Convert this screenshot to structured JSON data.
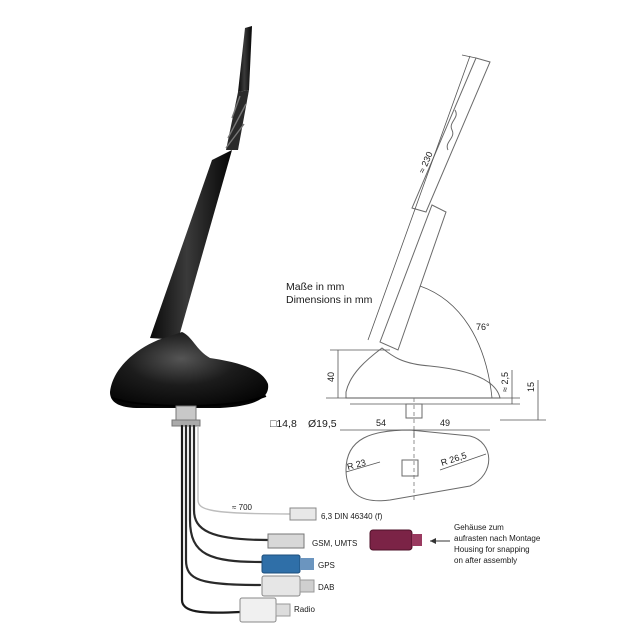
{
  "units": {
    "de": "Maße in mm",
    "en": "Dimensions in mm"
  },
  "dimensions": {
    "length": "≈ 230",
    "angle": "76°",
    "height": "40",
    "clearance": "≈ 2,5",
    "thread": "15",
    "square": "□14,8",
    "diameter": "Ø19,5",
    "front": "54",
    "rear": "49",
    "radius_front": "R 23",
    "radius_rear": "R 26,5"
  },
  "cable": {
    "length": "≈ 700"
  },
  "connectors": [
    {
      "label": "6,3 DIN 46340 (f)",
      "color": "#e8e8e8"
    },
    {
      "label": "GSM, UMTS",
      "color": "#d8d8d8"
    },
    {
      "label": "GPS",
      "color": "#2f6fa8"
    },
    {
      "label": "DAB",
      "color": "#e6e6e6"
    },
    {
      "label": "Radio",
      "color": "#f0f0f0"
    }
  ],
  "note": {
    "line1": "Gehäuse zum",
    "line2": "aufrasten nach Montage",
    "line3": "Housing for snapping",
    "line4": "on after assembly",
    "connector_color": "#7b2346"
  }
}
